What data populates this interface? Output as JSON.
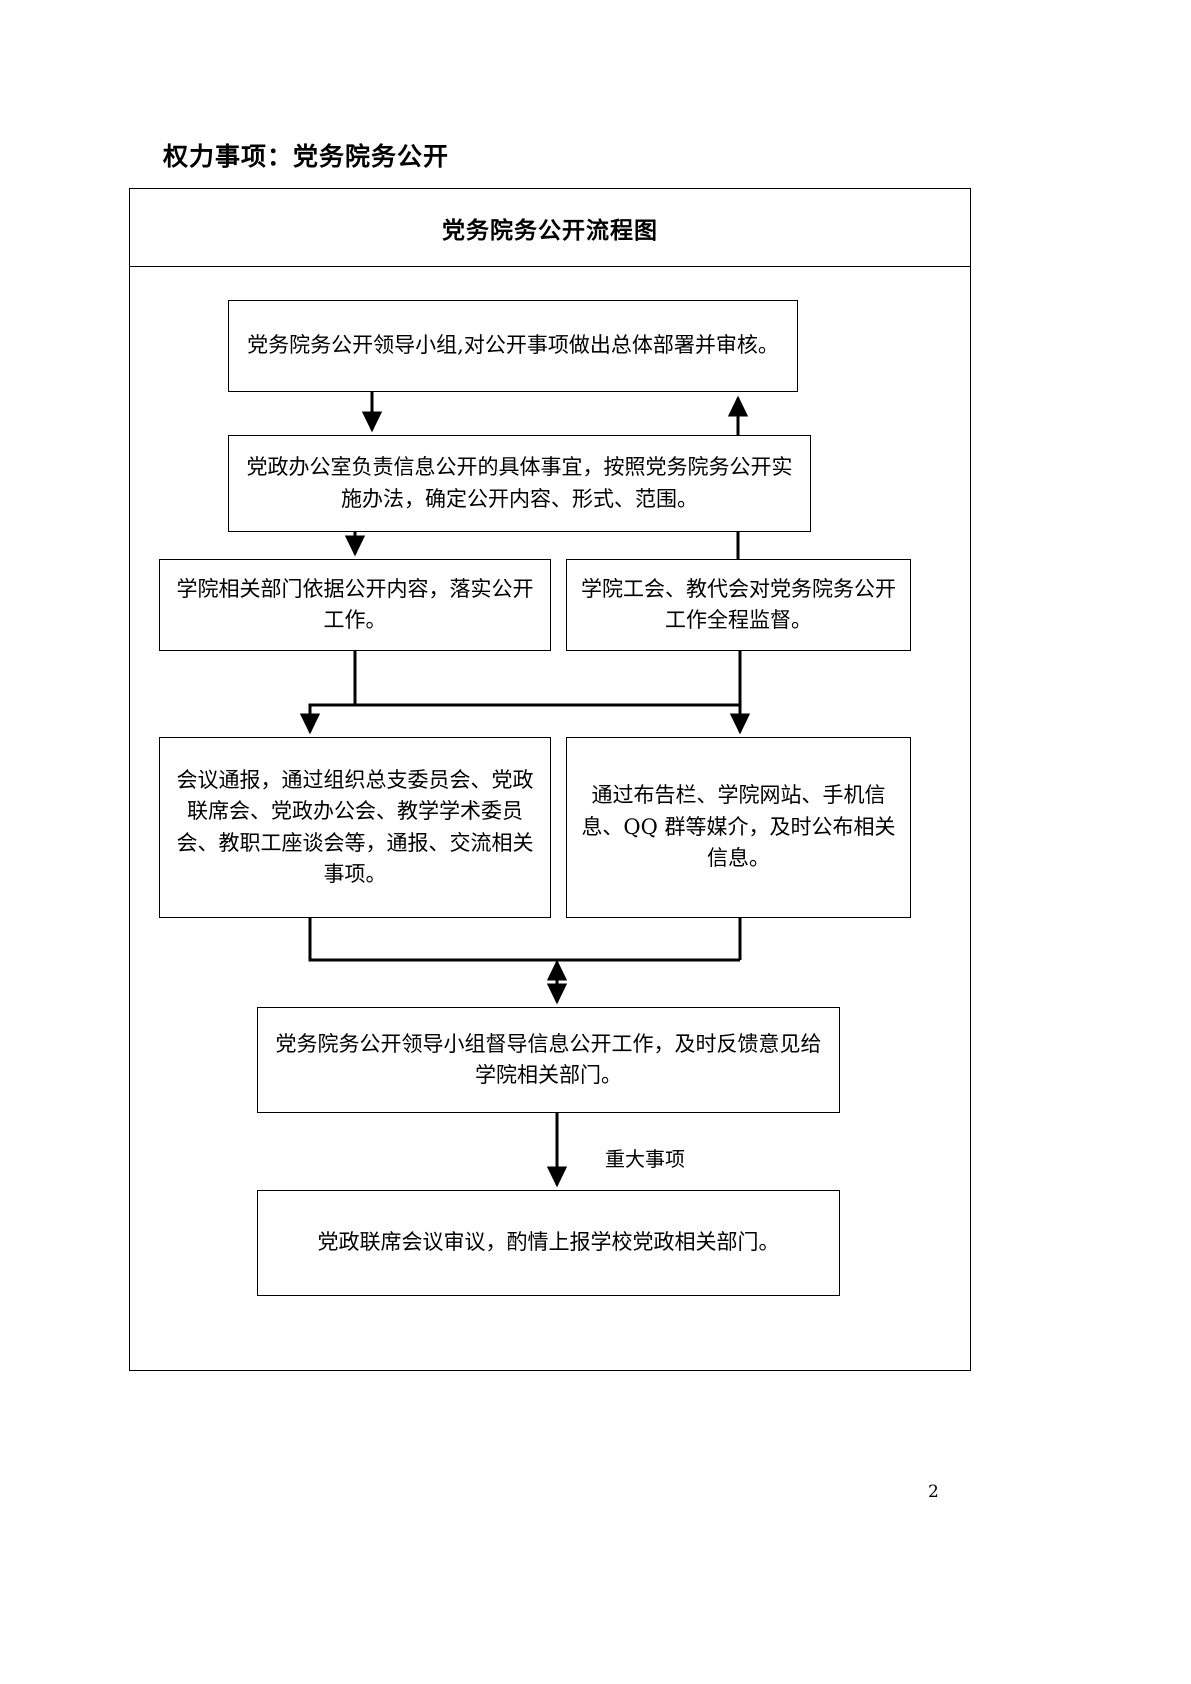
{
  "document": {
    "page_title": "权力事项：党务院务公开",
    "page_number": "2"
  },
  "chart": {
    "header": "党务院务公开流程图",
    "nodes": [
      {
        "id": "leadgroup",
        "text": "党务院务公开领导小组,对公开事项做出总体部署并审核。"
      },
      {
        "id": "office",
        "text": "党政办公室负责信息公开的具体事宜，按照党务院务公开实施办法，确定公开内容、形式、范围。"
      },
      {
        "id": "departments",
        "text": "学院相关部门依据公开内容，落实公开工作。"
      },
      {
        "id": "supervision",
        "text": "学院工会、教代会对党务院务公开工作全程监督。"
      },
      {
        "id": "meeting",
        "text": "会议通报，通过组织总支委员会、党政联席会、党政办公会、教学学术委员会、教职工座谈会等，通报、交流相关事项。"
      },
      {
        "id": "media",
        "text": "通过布告栏、学院网站、手机信息、QQ 群等媒介，及时公布相关信息。"
      },
      {
        "id": "guidance",
        "text": "党务院务公开领导小组督导信息公开工作，及时反馈意见给学院相关部门。"
      },
      {
        "id": "joint",
        "text": "党政联席会议审议，酌情上报学校党政相关部门。"
      }
    ],
    "edge_labels": [
      {
        "id": "major",
        "text": "重大事项"
      }
    ]
  },
  "chart_data": {
    "type": "diagram",
    "title": "党务院务公开流程图",
    "nodes": [
      "党务院务公开领导小组,对公开事项做出总体部署并审核。",
      "党政办公室负责信息公开的具体事宜，按照党务院务公开实施办法，确定公开内容、形式、范围。",
      "学院相关部门依据公开内容，落实公开工作。",
      "学院工会、教代会对党务院务公开工作全程监督。",
      "会议通报，通过组织总支委员会、党政联席会、党政办公会、教学学术委员会、教职工座谈会等，通报、交流相关事项。",
      "通过布告栏、学院网站、手机信息、QQ 群等媒介，及时公布相关信息。",
      "党务院务公开领导小组督导信息公开工作，及时反馈意见给学院相关部门。",
      "党政联席会议审议，酌情上报学校党政相关部门。"
    ],
    "edges": [
      {
        "from": "leadgroup",
        "to": "office",
        "label": ""
      },
      {
        "from": "office",
        "to": "departments",
        "label": ""
      },
      {
        "from": "supervision",
        "to": "office",
        "label": ""
      },
      {
        "from": "departments",
        "to": "meeting",
        "label": ""
      },
      {
        "from": "departments",
        "to": "media",
        "label": ""
      },
      {
        "from": "supervision",
        "to": "media",
        "label": ""
      },
      {
        "from": "meeting",
        "to": "guidance",
        "label": ""
      },
      {
        "from": "media",
        "to": "guidance",
        "label": ""
      },
      {
        "from": "guidance",
        "to": "joint",
        "label": "重大事项"
      }
    ]
  }
}
